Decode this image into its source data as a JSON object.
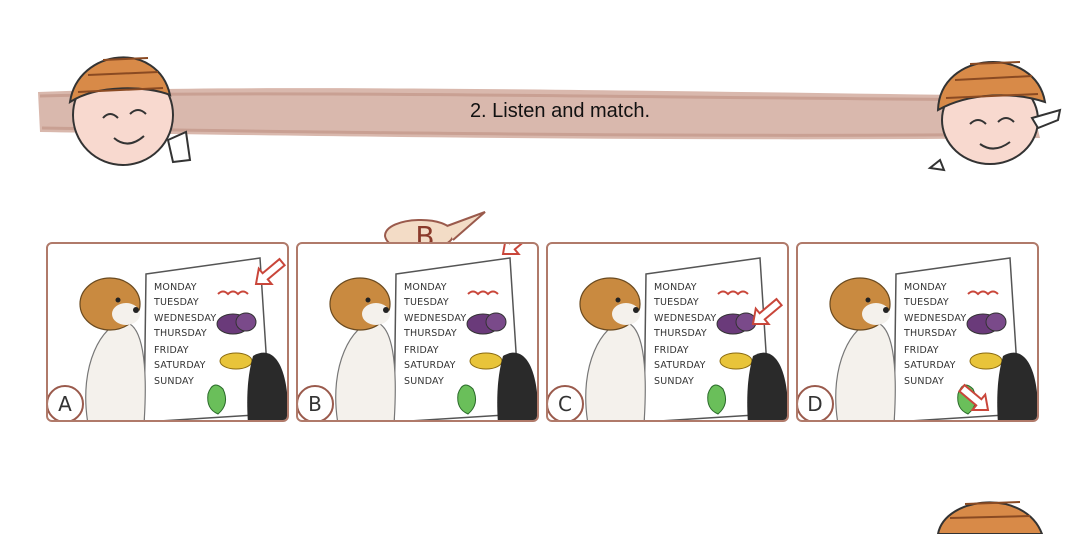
{
  "instruction": {
    "title": "2. Listen and match."
  },
  "schedule": {
    "days": [
      "MONDAY",
      "TUESDAY",
      "WEDNESDAY",
      "THURSDAY",
      "FRIDAY",
      "SATURDAY",
      "SUNDAY"
    ]
  },
  "speech_bubble": {
    "text": "B"
  },
  "panels": [
    {
      "letter": "A"
    },
    {
      "letter": "B"
    },
    {
      "letter": "C"
    },
    {
      "letter": "D"
    }
  ],
  "colors": {
    "ribbon": "#d9b8ad",
    "panel_border": "#b07a6a",
    "arrow": "#c9463a",
    "hat": "#d88a48"
  }
}
